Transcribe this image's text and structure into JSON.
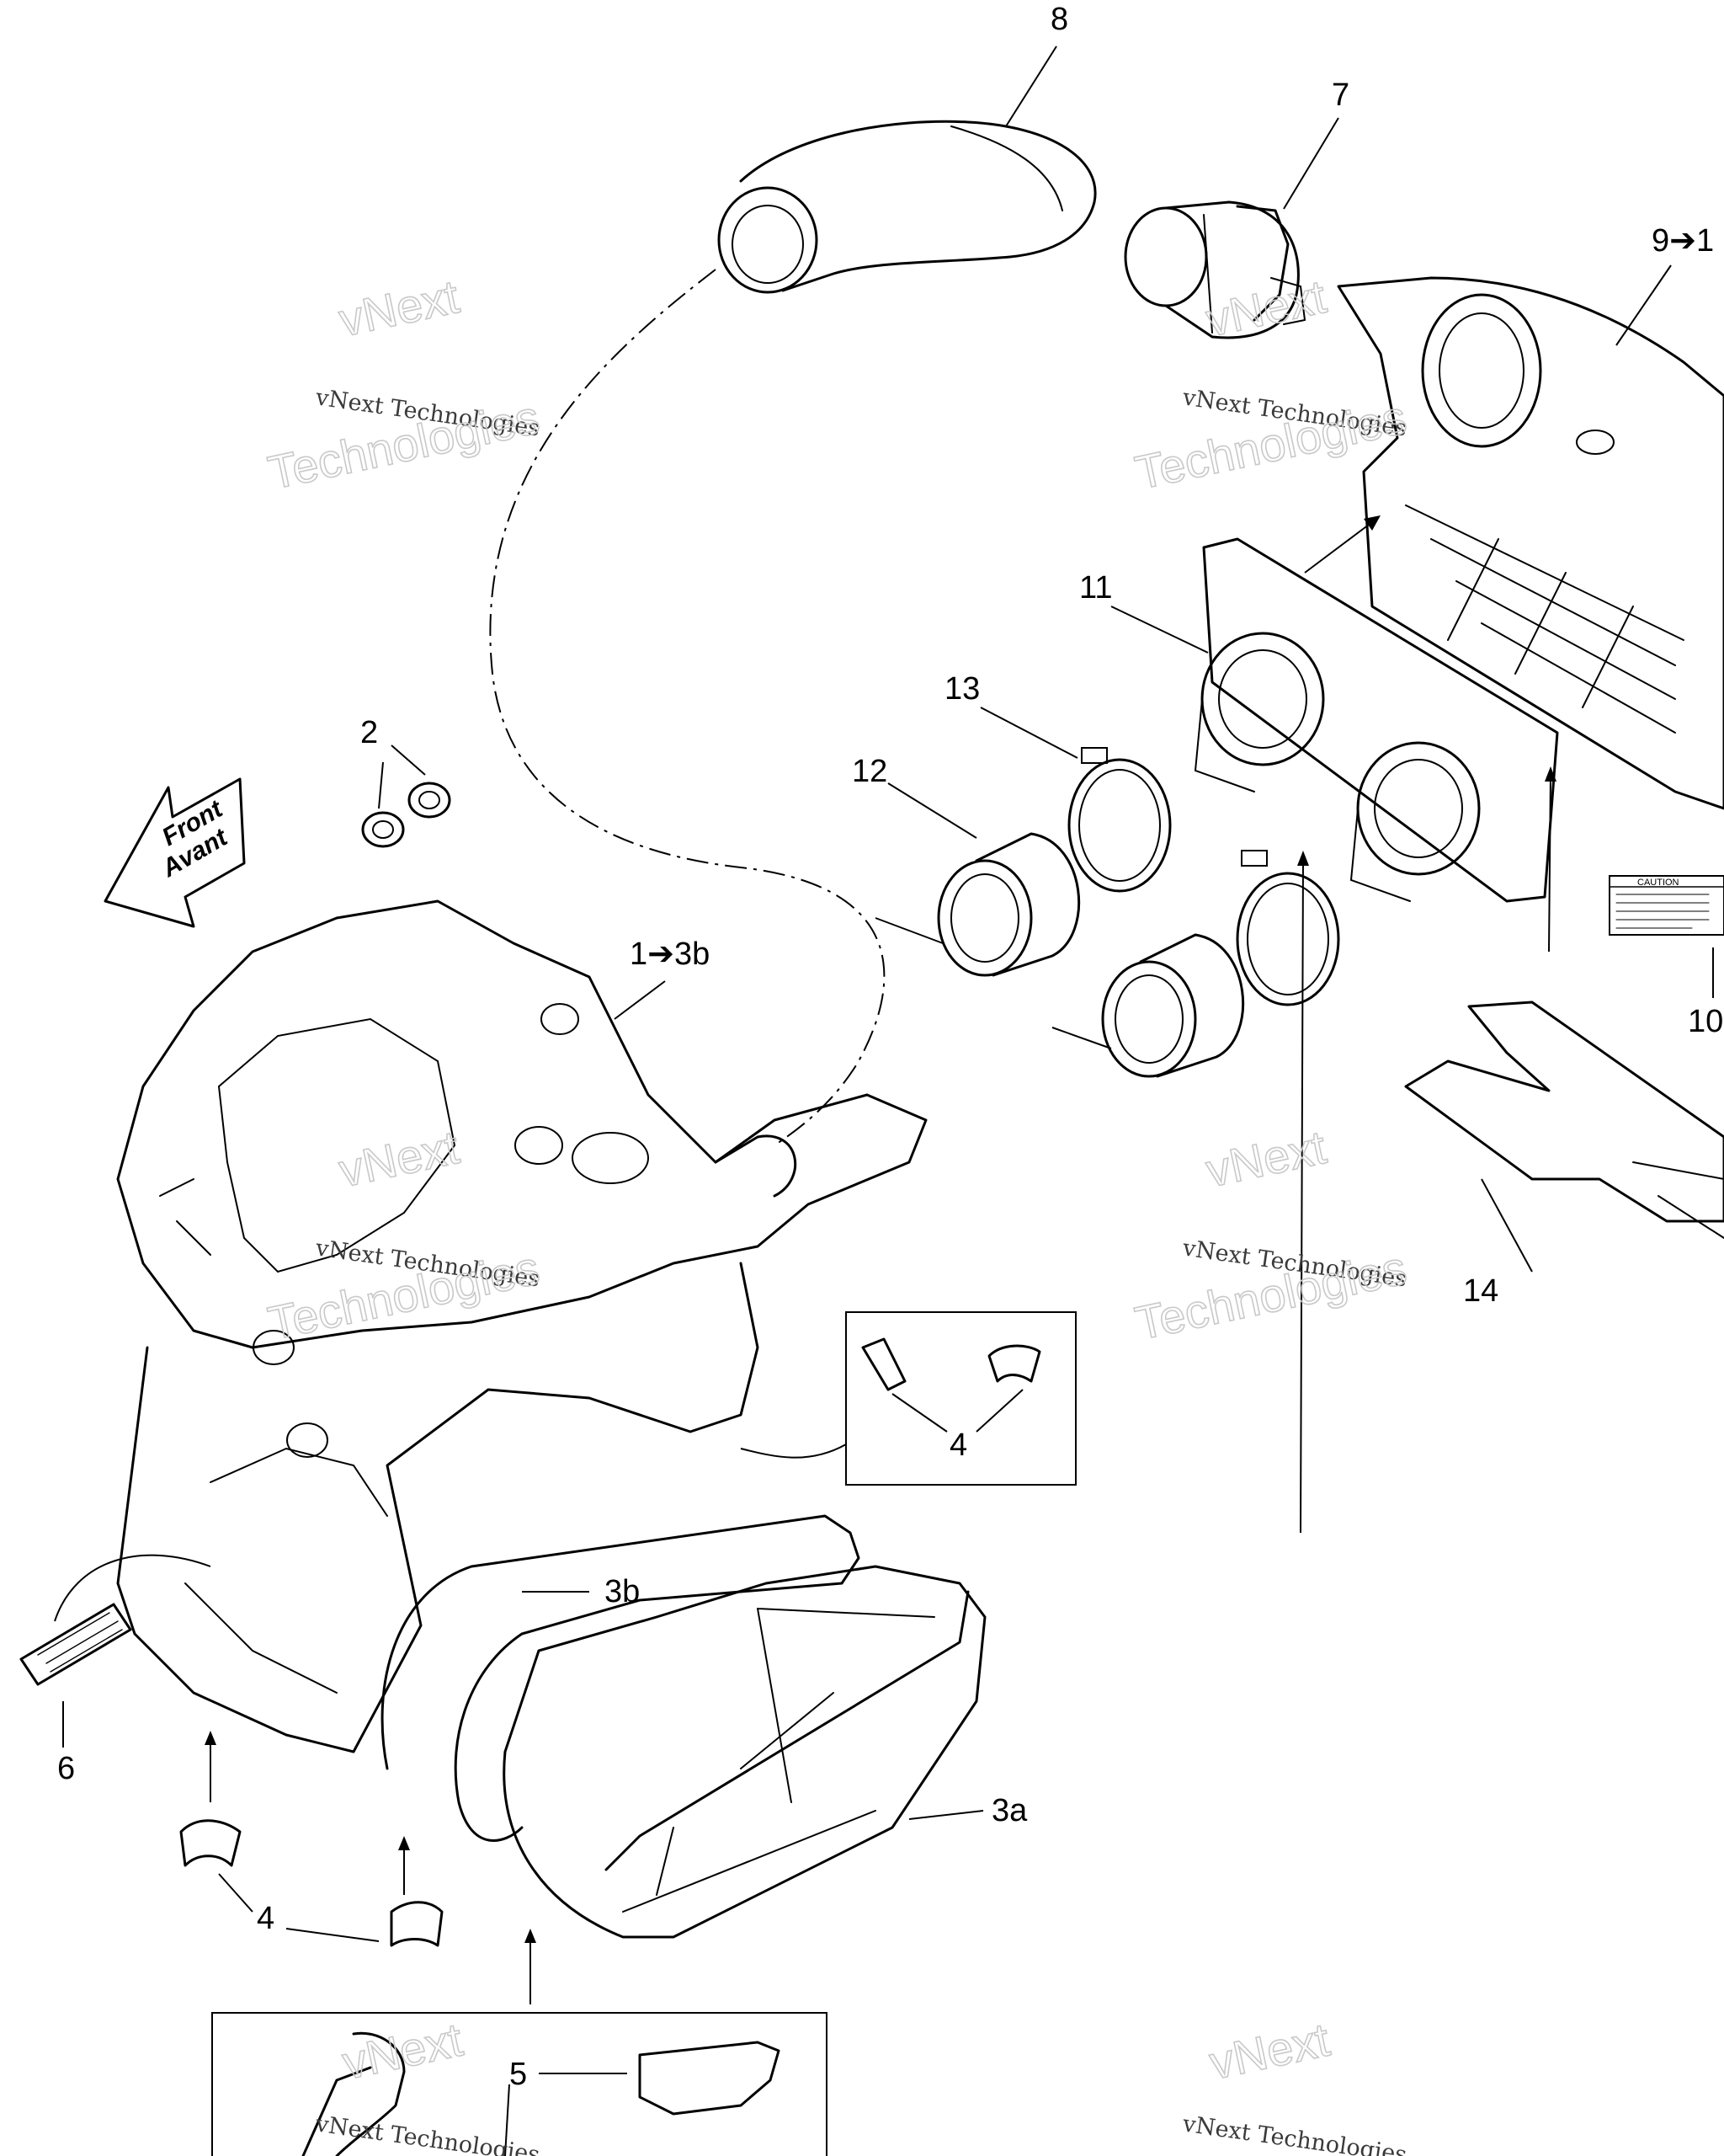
{
  "callouts": {
    "c8": "8",
    "c7": "7",
    "c9": "9➔1",
    "c11": "11",
    "c13": "13",
    "c12": "12",
    "c2": "2",
    "c1": "1➔3b",
    "c10": "10",
    "c14": "14",
    "c4a": "4",
    "c3b": "3b",
    "c3a": "3a",
    "c6": "6",
    "c4b": "4",
    "c5": "5"
  },
  "front_arrow": {
    "line1": "Front",
    "line2": "Avant"
  },
  "caution_label": {
    "title": "CAUTION"
  },
  "watermark": {
    "line1": "vNext",
    "line2": "vNext Technologies",
    "line3": "Technologies"
  }
}
